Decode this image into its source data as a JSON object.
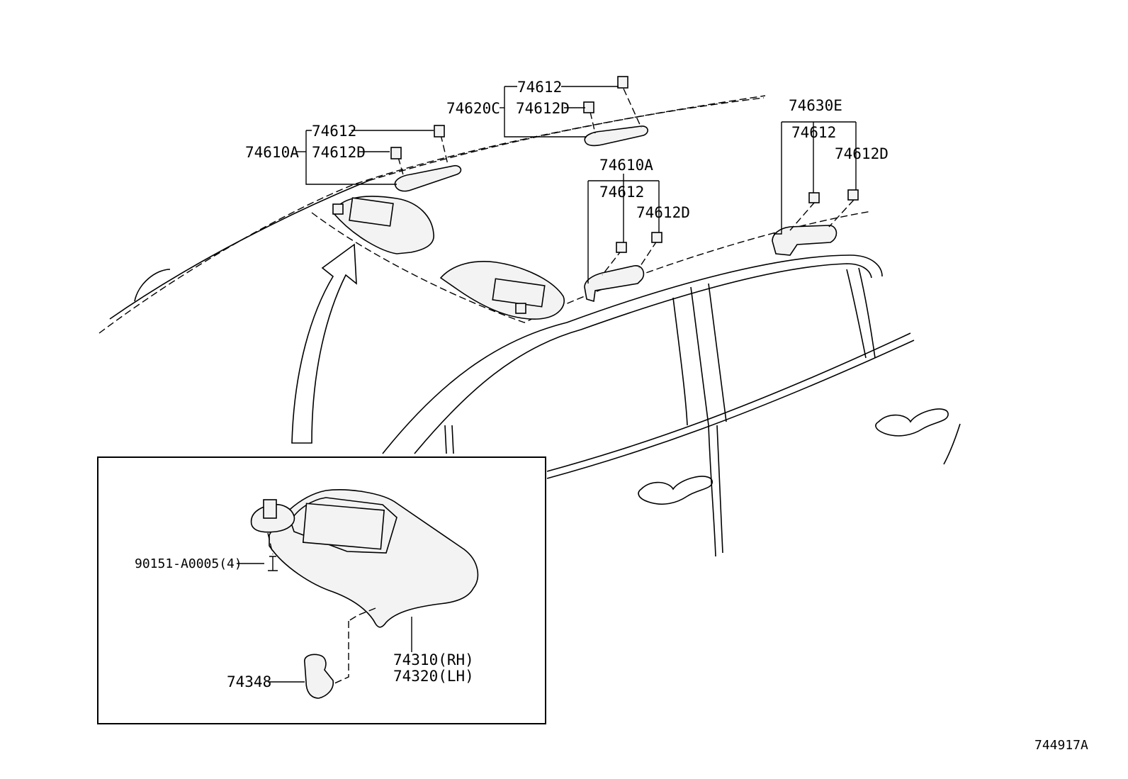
{
  "callouts": {
    "c1": "74612",
    "c2": "74620C",
    "c3": "74612D",
    "c4": "74612",
    "c5": "74610A",
    "c6": "74612D",
    "c7": "74630E",
    "c8": "74612",
    "c9": "74612D",
    "c10": "74610A",
    "c11": "74612",
    "c12": "74612D",
    "c13": "90151-A0005(4)",
    "c14": "74310(RH)",
    "c15": "74320(LH)",
    "c16": "74348"
  },
  "figure_id": "744917A"
}
